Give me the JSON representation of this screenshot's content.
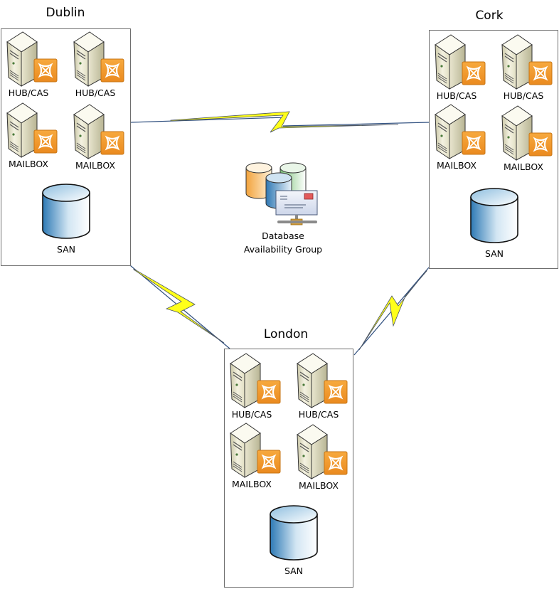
{
  "diagram": {
    "type": "network-topology",
    "colors": {
      "link_line": "#2f4f7f",
      "bolt_fill": "#ffff1a",
      "exchange_badge": "#f0962a",
      "box_border": "#6e6e6e",
      "san_blue": "#2e7ab5"
    },
    "sites": [
      {
        "name": "Dublin",
        "servers": [
          {
            "label": "HUB/CAS",
            "icon": "exchange-server-icon"
          },
          {
            "label": "HUB/CAS",
            "icon": "exchange-server-icon"
          },
          {
            "label": "MAILBOX",
            "icon": "exchange-server-icon"
          },
          {
            "label": "MAILBOX",
            "icon": "exchange-server-icon"
          }
        ],
        "storage": {
          "label": "SAN",
          "icon": "database-cylinder-icon"
        }
      },
      {
        "name": "Cork",
        "servers": [
          {
            "label": "HUB/CAS",
            "icon": "exchange-server-icon"
          },
          {
            "label": "HUB/CAS",
            "icon": "exchange-server-icon"
          },
          {
            "label": "MAILBOX",
            "icon": "exchange-server-icon"
          },
          {
            "label": "MAILBOX",
            "icon": "exchange-server-icon"
          }
        ],
        "storage": {
          "label": "SAN",
          "icon": "database-cylinder-icon"
        }
      },
      {
        "name": "London",
        "servers": [
          {
            "label": "HUB/CAS",
            "icon": "exchange-server-icon"
          },
          {
            "label": "HUB/CAS",
            "icon": "exchange-server-icon"
          },
          {
            "label": "MAILBOX",
            "icon": "exchange-server-icon"
          },
          {
            "label": "MAILBOX",
            "icon": "exchange-server-icon"
          }
        ],
        "storage": {
          "label": "SAN",
          "icon": "database-cylinder-icon"
        }
      }
    ],
    "center": {
      "label_line1": "Database",
      "label_line2": "Availability Group",
      "icon": "database-availability-group-icon"
    },
    "links": [
      {
        "from": "Dublin",
        "to": "Cork",
        "style": "wan-lightning"
      },
      {
        "from": "Dublin",
        "to": "London",
        "style": "wan-lightning"
      },
      {
        "from": "Cork",
        "to": "London",
        "style": "wan-lightning"
      }
    ]
  }
}
